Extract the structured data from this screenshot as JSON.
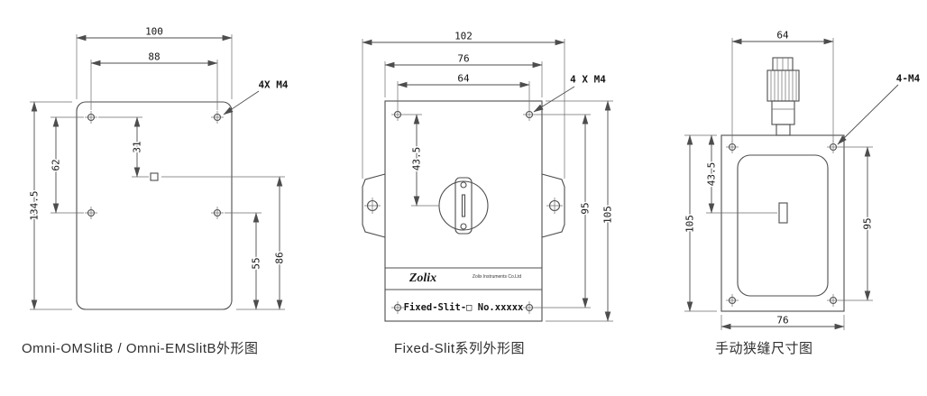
{
  "colors": {
    "background": "#ffffff",
    "line": "#4d4d4d",
    "text": "#161616"
  },
  "captions": {
    "left": "Omni-OMSlitB / Omni-EMSlitB外形图",
    "middle": "Fixed-Slit系列外形图",
    "right": "手动狭缝尺寸图"
  },
  "left": {
    "dims": {
      "outer_width": "100",
      "hole_spacing_x": "88",
      "center_offset": "31",
      "hole_spacing_y": "62",
      "total_height": "134.5",
      "bottom_to_holes": "55",
      "bottom_to_center": "86",
      "thread_label": "4X M4"
    }
  },
  "middle": {
    "dims": {
      "overall_width": "102",
      "body_width": "76",
      "hole_spacing_x": "64",
      "center_offset": "43.5",
      "hole_spacing_y": "95",
      "body_height": "105",
      "thread_label": "4 X M4"
    },
    "title_block": {
      "brand": "Zolix",
      "brand_sub": "Zolix Instruments Co.Ltd",
      "model": "Fixed-Slit-□ No.xxxxx"
    }
  },
  "right": {
    "dims": {
      "hole_spacing_x": "64",
      "center_offset": "43.5",
      "body_height": "105",
      "hole_spacing_y": "95",
      "body_width": "76",
      "thread_label": "4-M4"
    }
  }
}
